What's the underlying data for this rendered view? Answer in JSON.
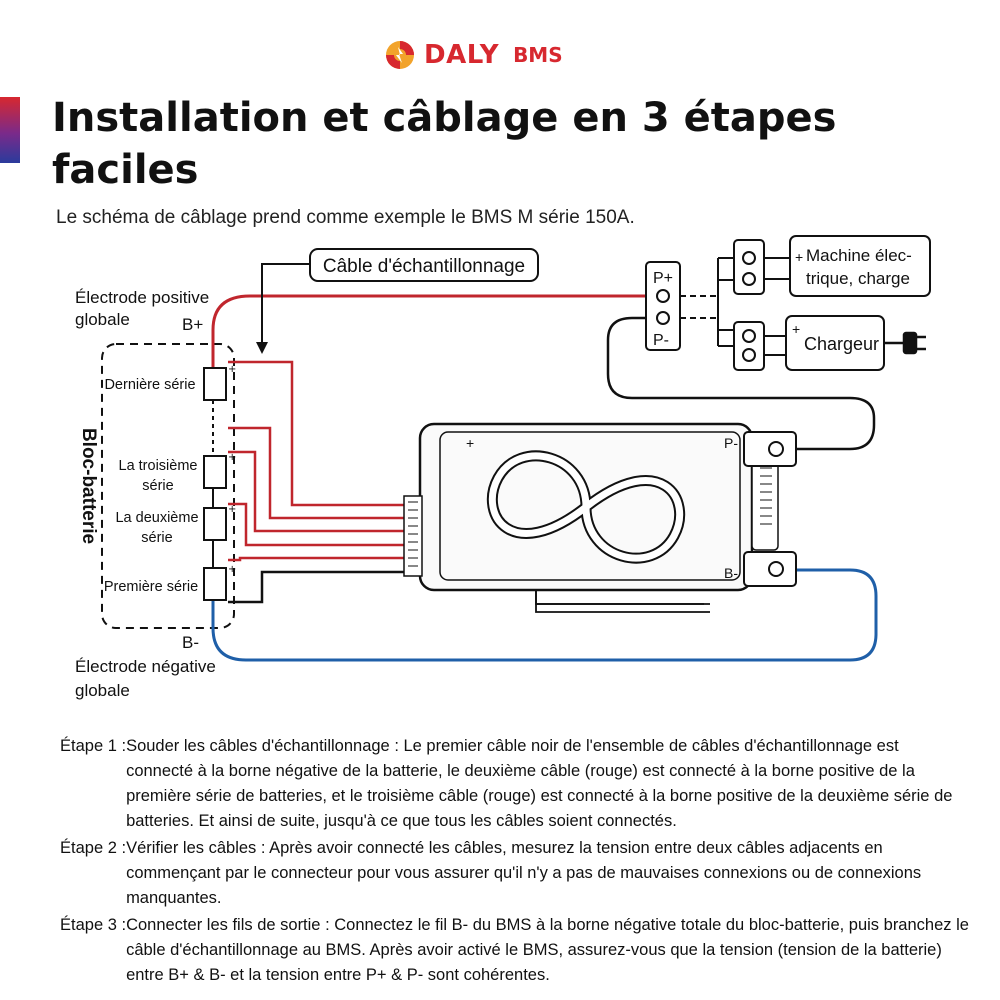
{
  "brand": {
    "name": "DALY",
    "sub": "BMS",
    "color": "#d7282f"
  },
  "title": "Installation et câblage en 3 étapes faciles",
  "subtitle": "Le schéma de câblage prend comme exemple le BMS M série 150A.",
  "diagram": {
    "sampling_cable_label": "Câble d'échantillonnage",
    "positive_electrode_label": "Électrode positive globale",
    "negative_electrode_label": "Électrode négative globale",
    "b_plus": "B+",
    "b_minus": "B-",
    "pack_label": "Bloc-batterie",
    "cells": [
      "Dernière série",
      "La troisième série",
      "La deuxième série",
      "Première série"
    ],
    "p_plus": "P+",
    "p_minus": "P-",
    "load_label": "Machine électrique, charge",
    "charger_label": "Chargeur",
    "bms_terminals": {
      "plus": "+",
      "p_minus": "P-",
      "b_minus": "B-"
    },
    "colors": {
      "positive_wire": "#c0262d",
      "negative_wire": "#1f5fa8",
      "wire_black": "#111111"
    }
  },
  "steps": [
    {
      "head": "Étape 1 : ",
      "text": "Souder les câbles d'échantillonnage : Le premier câble noir de l'ensemble de câbles d'échantillonnage est connecté à la borne négative de la batterie, le deuxième câble (rouge) est connecté à la borne positive de la première série de batteries, et le troisième câble (rouge) est connecté à la borne positive de la deuxième série de batteries. Et ainsi de suite, jusqu'à ce que tous les câbles soient connectés."
    },
    {
      "head": "Étape 2 : ",
      "text": "Vérifier les câbles : Après avoir connecté les câbles, mesurez la tension entre deux câbles adjacents en commençant par le connecteur pour vous assurer qu'il n'y a pas de mauvaises connexions ou de connexions manquantes."
    },
    {
      "head": "Étape 3 : ",
      "text": "Connecter les fils de sortie : Connectez le fil B- du BMS à la borne négative totale du bloc-batterie, puis branchez le câble d'échantillonnage au BMS. Après avoir activé le BMS, assurez-vous que la tension (tension de la batterie) entre B+ & B- et la tension entre P+ & P- sont cohérentes."
    }
  ]
}
